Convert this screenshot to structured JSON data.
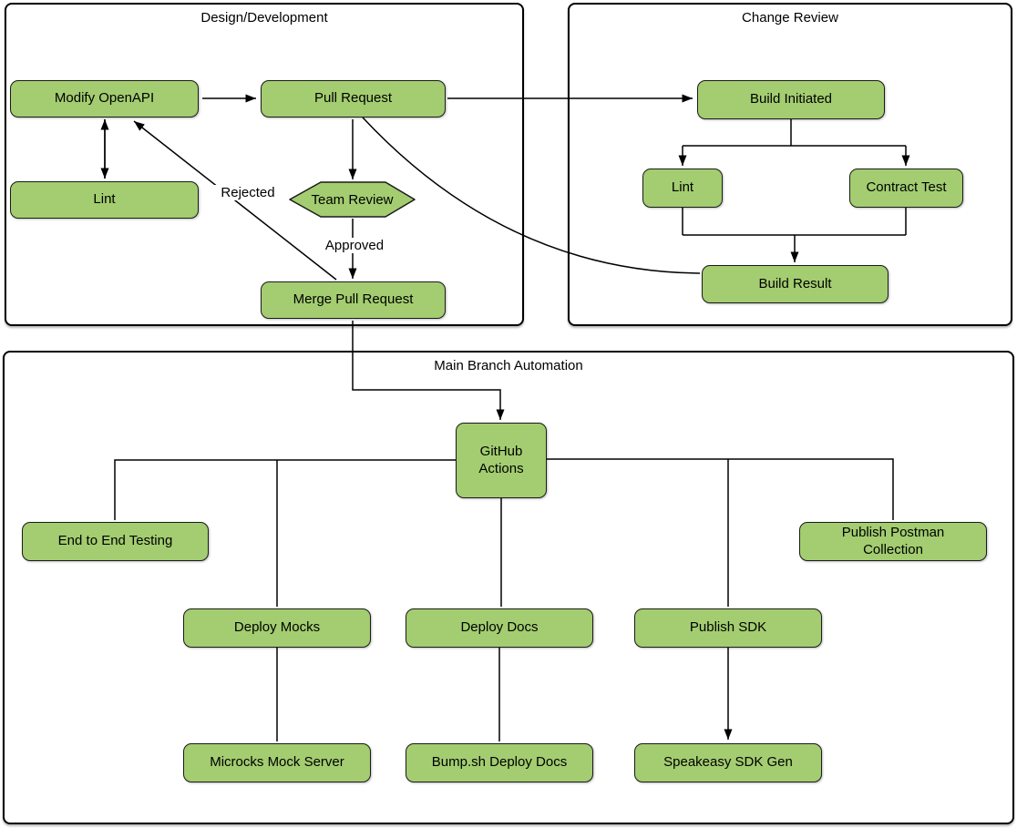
{
  "containers": [
    {
      "id": "design-development",
      "title": "Design/Development"
    },
    {
      "id": "change-review",
      "title": "Change Review"
    },
    {
      "id": "main-branch-automation",
      "title": "Main Branch Automation"
    }
  ],
  "nodes": {
    "modify_openapi": {
      "label": "Modify OpenAPI"
    },
    "pull_request": {
      "label": "Pull Request"
    },
    "lint_design": {
      "label": "Lint"
    },
    "team_review": {
      "label": "Team Review"
    },
    "merge_pull_request": {
      "label": "Merge Pull Request"
    },
    "build_initiated": {
      "label": "Build Initiated"
    },
    "lint_change_review": {
      "label": "Lint"
    },
    "contract_test": {
      "label": "Contract Test"
    },
    "build_result": {
      "label": "Build Result"
    },
    "github_actions": {
      "label": "GitHub",
      "label2": "Actions"
    },
    "end_to_end_testing": {
      "label": "End to End Testing"
    },
    "publish_postman_collection": {
      "label": "Publish Postman",
      "label2": "Collection"
    },
    "deploy_mocks": {
      "label": "Deploy Mocks"
    },
    "deploy_docs": {
      "label": "Deploy Docs"
    },
    "publish_sdk": {
      "label": "Publish SDK"
    },
    "microcks_mock_server": {
      "label": "Microcks Mock Server"
    },
    "bump_sh_deploy_docs": {
      "label": "Bump.sh Deploy Docs"
    },
    "speakeasy_sdk_gen": {
      "label": "Speakeasy SDK Gen"
    }
  },
  "edge_labels": {
    "approved": "Approved",
    "rejected": "Rejected"
  },
  "colors": {
    "node_fill": "#A3CD70",
    "node_border": "#1A1A1A",
    "edge": "#000000",
    "container_border": "#000000",
    "background": "#FFFFFF"
  }
}
